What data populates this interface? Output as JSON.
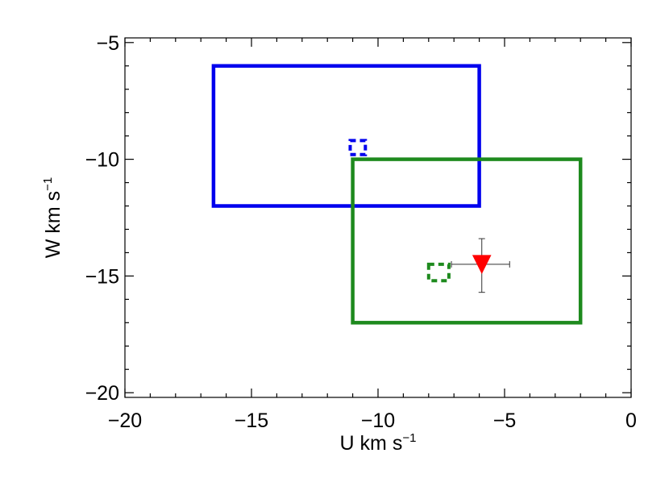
{
  "chart_data": {
    "type": "scatter",
    "title": "",
    "xlabel": {
      "text": "U km s",
      "superscript": "−1"
    },
    "ylabel": {
      "text": "W km s",
      "superscript": "−1"
    },
    "xlim": [
      -20,
      0
    ],
    "ylim": [
      -20.2,
      -4.8
    ],
    "grid": false,
    "x_ticks": [
      -20,
      -15,
      -10,
      -5,
      0
    ],
    "y_ticks": [
      -20,
      -15,
      -10,
      -5
    ],
    "x_tick_labels": [
      "−20",
      "−15",
      "−10",
      "−5",
      "0"
    ],
    "y_tick_labels": [
      "−20",
      "−15",
      "−10",
      "−5"
    ],
    "regions": [
      {
        "shape": "rectangle",
        "style": "solid",
        "color": "#0000ee",
        "x0": -16.5,
        "x1": -6.0,
        "y0": -12.0,
        "y1": -6.0
      },
      {
        "shape": "rectangle",
        "style": "solid",
        "color": "#1e8a1e",
        "x0": -11.0,
        "x1": -2.0,
        "y0": -17.0,
        "y1": -10.0
      },
      {
        "shape": "rectangle",
        "style": "dashed",
        "color": "#0000ee",
        "x0": -11.1,
        "x1": -10.5,
        "y0": -9.8,
        "y1": -9.2
      },
      {
        "shape": "rectangle",
        "style": "dashed",
        "color": "#1e8a1e",
        "x0": -8.0,
        "x1": -7.2,
        "y0": -15.2,
        "y1": -14.5
      }
    ],
    "points": [
      {
        "x": -5.9,
        "y": -14.5,
        "marker": "triangle-down",
        "color": "#ff0000",
        "x_err": [
          -7.1,
          -4.8
        ],
        "y_err": [
          -15.7,
          -13.4
        ]
      }
    ]
  }
}
